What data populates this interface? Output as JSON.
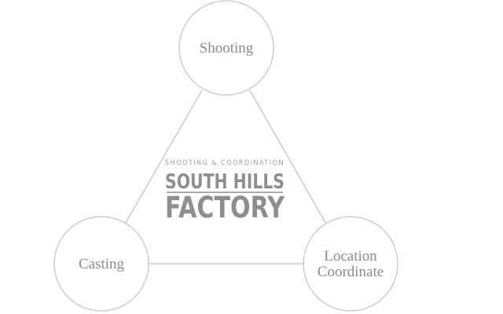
{
  "nodes": {
    "top": {
      "label": "Shooting"
    },
    "left": {
      "label": "Casting"
    },
    "right": {
      "label_line1": "Location",
      "label_line2": "Coordinate"
    }
  },
  "logo": {
    "tagline": "SHOOTING & COORDINATION",
    "name_line1": "SOUTH HILLS",
    "name_line2": "FACTORY"
  },
  "colors": {
    "stroke": "#c2c2c2",
    "text": "#8a8a8a",
    "logo": "#8e8e8e"
  }
}
